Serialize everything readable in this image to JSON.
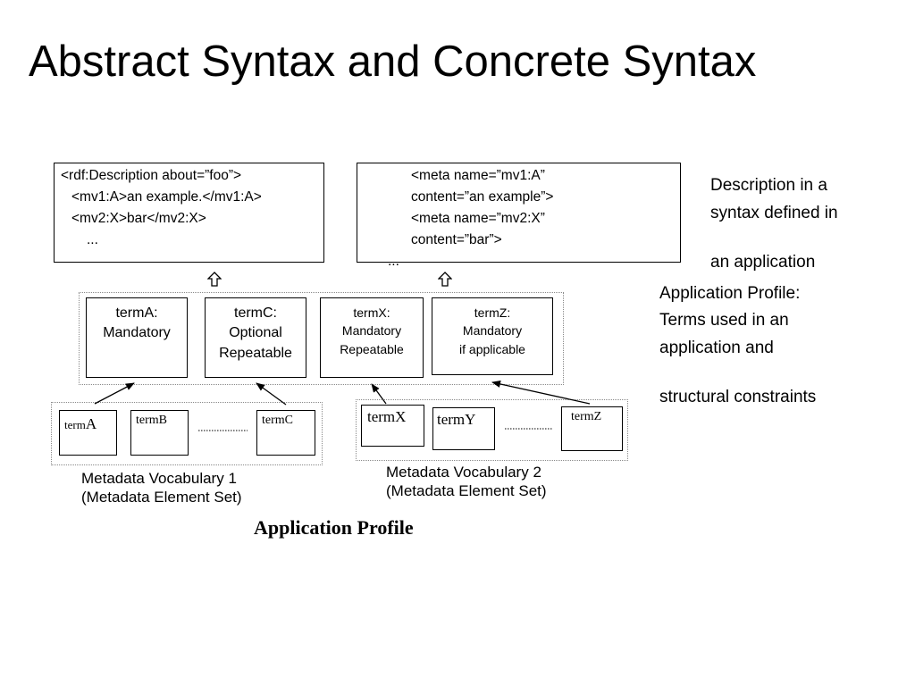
{
  "title": "Abstract Syntax and Concrete Syntax",
  "syntax_boxes": {
    "rdf": {
      "lines": [
        "<rdf:Description about=”foo”>",
        "<mv1:A>an example.</mv1:A>",
        "<mv2:X>bar</mv2:X>",
        "..."
      ]
    },
    "meta": {
      "lines": [
        "<meta name=”mv1:A”",
        "content=”an example”>",
        "<meta name=”mv2:X”",
        "content=”bar”>",
        "..."
      ]
    }
  },
  "up_arrow_glyph": "⇧",
  "profile_terms": [
    {
      "line1": "termA:",
      "line2": "Mandatory",
      "line3": ""
    },
    {
      "line1": "termC:",
      "line2": "Optional",
      "line3": "Repeatable"
    },
    {
      "line1": "termX:",
      "line2": "Mandatory",
      "line3": "Repeatable"
    },
    {
      "line1": "termZ:",
      "line2": "Mandatory",
      "line3": "if applicable"
    }
  ],
  "vocab1": {
    "terms": [
      {
        "prefix": "term",
        "suffix": "A"
      },
      {
        "prefix": "term",
        "suffix": "B"
      },
      {
        "prefix": "term",
        "suffix": "C"
      }
    ],
    "caption_line1": "Metadata Vocabulary 1",
    "caption_line2": "(Metadata Element Set)"
  },
  "vocab2": {
    "terms": [
      {
        "prefix": "term",
        "suffix": "X"
      },
      {
        "prefix": "term",
        "suffix": "Y"
      },
      {
        "prefix": "term",
        "suffix": "Z"
      }
    ],
    "caption_line1": "Metadata Vocabulary 2",
    "caption_line2": "(Metadata Element Set)"
  },
  "application_profile_label": "Application Profile",
  "right_notes": {
    "description_line1": "Description in a",
    "description_line2": "syntax defined in",
    "description_line3": "an application",
    "profile_line1": "Application Profile:",
    "profile_line2": "Terms used in an",
    "profile_line3": "application and",
    "profile_line4": "structural constraints"
  }
}
